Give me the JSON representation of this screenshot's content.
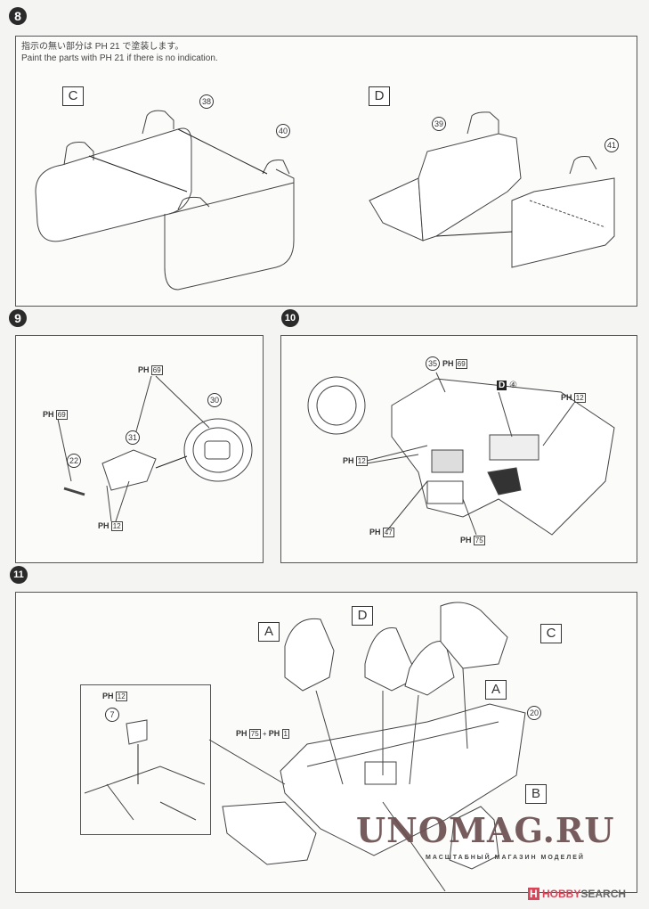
{
  "steps": {
    "s8": {
      "number": "8",
      "note_jp": "指示の無い部分は PH 21 で塗装します。",
      "note_en": "Paint the parts with PH 21 if there is no indication.",
      "labels": {
        "c": "C",
        "d": "D"
      },
      "parts": {
        "p38": "38",
        "p40": "40",
        "p39": "39",
        "p41": "41"
      }
    },
    "s9": {
      "number": "9",
      "parts": {
        "p30": "30",
        "p31": "31",
        "p22": "22"
      },
      "paints": {
        "a": "69",
        "b": "69",
        "c": "12"
      }
    },
    "s10": {
      "number": "10",
      "parts": {
        "p35": "35",
        "d4_letter": "D",
        "d4_num": "④"
      },
      "paints": {
        "a": "69",
        "b": "12",
        "c": "12",
        "d": "47",
        "e": "75"
      }
    },
    "s11": {
      "number": "11",
      "labels": {
        "a1": "A",
        "d": "D",
        "c": "C",
        "a2": "A",
        "b": "B"
      },
      "parts": {
        "p20": "20",
        "p7": "7"
      },
      "paints": {
        "inset": "12",
        "mix1": "75",
        "mix_plus": "+",
        "mix2": "1"
      }
    }
  },
  "paint_prefix": "PH",
  "watermarks": {
    "unomag": "UNOMAG.RU",
    "unomag_sub": "МАСШТАБНЫЙ МАГАЗИН МОДЕЛЕЙ",
    "hobby_mark": "H",
    "hobby_1": "HOBBY",
    "hobby_2": "SEARCH"
  },
  "colors": {
    "watermark": "#6b4f4f",
    "hobby_red": "#d9465a"
  }
}
